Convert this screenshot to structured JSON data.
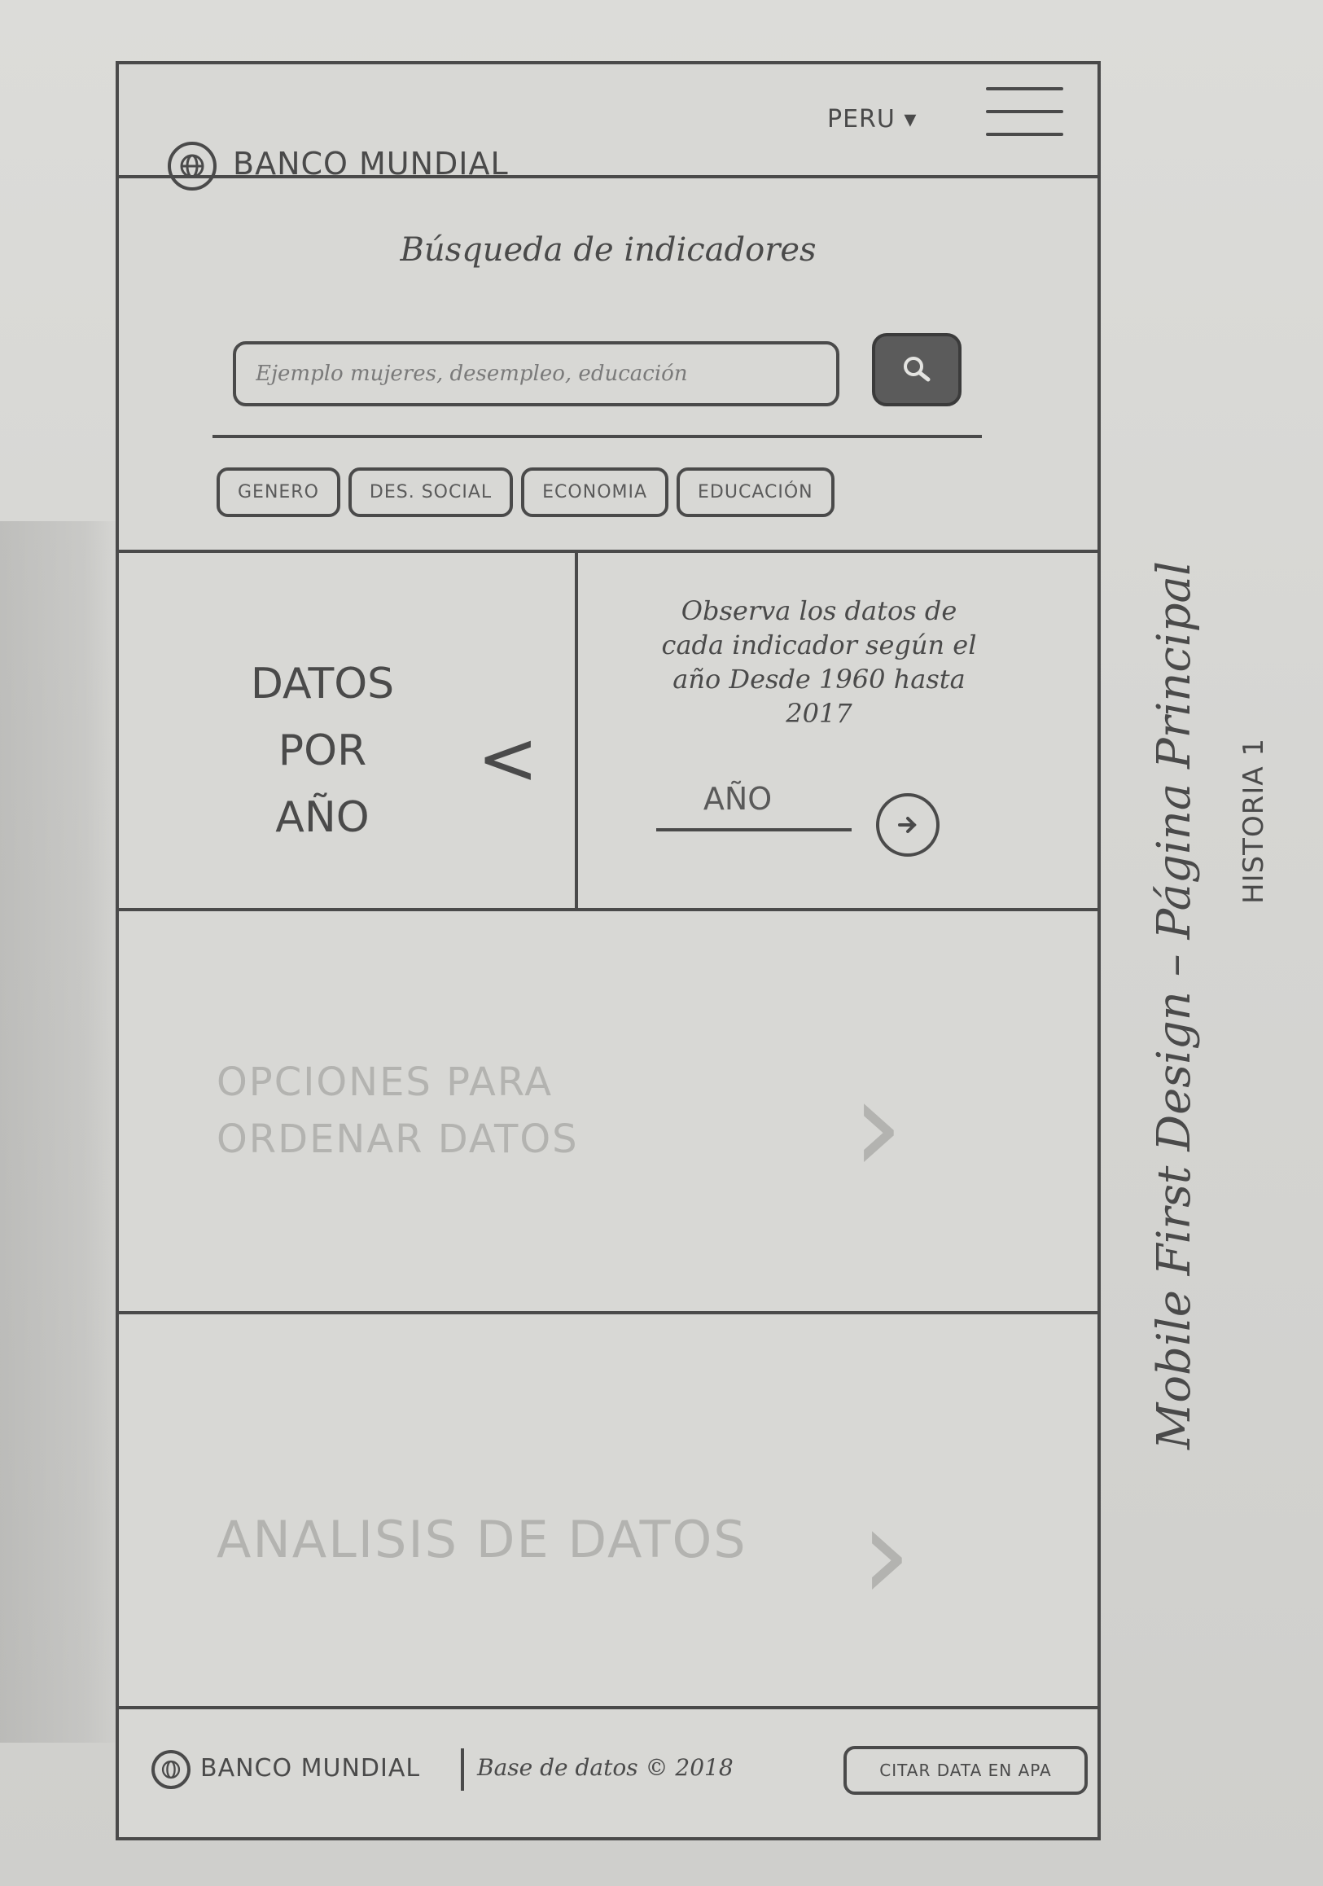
{
  "header": {
    "logo_icon": "globe-logo-icon",
    "brand": "BANCO MUNDIAL",
    "country": "PERU ▾",
    "menu_icon": "hamburger-menu-icon"
  },
  "search": {
    "title": "Búsqueda de indicadores",
    "placeholder": "Ejemplo mujeres, desempleo, educación",
    "button_icon": "search-icon",
    "chips": [
      "GENERO",
      "DES. SOCIAL",
      "ECONOMIA",
      "EDUCACIÓN"
    ]
  },
  "year_panel": {
    "heading_line1": "DATOS",
    "heading_line2": "POR",
    "heading_line3": "AÑO",
    "chevron": "<",
    "description": "Observa los datos de cada indicador según el año Desde 1960 hasta 2017",
    "year_label": "AÑO",
    "go_icon": "arrow-right-circle-icon"
  },
  "options_panel": {
    "label_line1": "OPCIONES PARA",
    "label_line2": "ORDENAR DATOS",
    "chevron": "›"
  },
  "analysis_panel": {
    "label": "ANALISIS DE DATOS",
    "chevron": "›"
  },
  "footer": {
    "logo_icon": "globe-logo-icon",
    "brand": "BANCO MUNDIAL",
    "database": "Base de datos © 2018",
    "cta": "CITAR DATA EN APA"
  },
  "annotation": {
    "title": "Mobile First Design – Página Principal",
    "subtitle": "HISTORIA 1"
  }
}
